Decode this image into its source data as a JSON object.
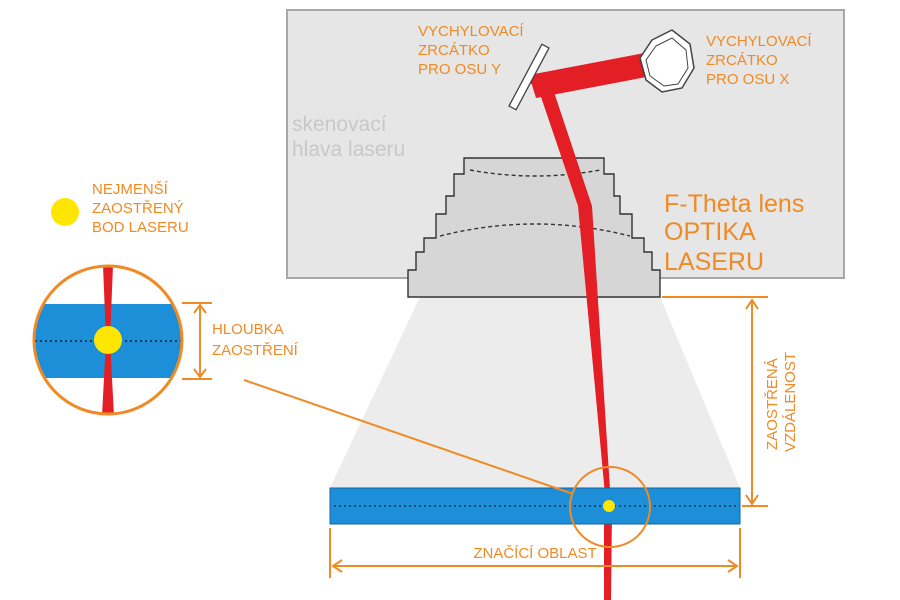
{
  "labels": {
    "mirror_y": [
      "VYCHYLOVACÍ",
      "ZRCÁTKO",
      "PRO OSU Y"
    ],
    "mirror_x": [
      "VYCHYLOVACÍ",
      "ZRCÁTKO",
      "PRO OSU X"
    ],
    "scan_head": [
      "skenovací",
      "hlava laseru"
    ],
    "lens": [
      "F-Theta lens",
      "OPTIKA",
      "LASERU"
    ],
    "smallest_spot": [
      "NEJMENŠÍ",
      "ZAOSTŘENÝ",
      "BOD LASERU"
    ],
    "depth_of_focus": [
      "HLOUBKA",
      "ZAOSTŘENÍ"
    ],
    "focal_distance": [
      "ZAOSTŘENÁ",
      "VZDÁLENOST"
    ],
    "marking_area": "ZNAČÍCÍ OBLAST"
  },
  "colors": {
    "orange": "#f08a24",
    "beam_red": "#e31e24",
    "work_blue": "#1d8fd8",
    "focus_yellow": "#ffe600",
    "head_grey": "#e6e6e6",
    "lens_grey": "#d4d4d4",
    "cone_grey": "#ebebeb",
    "label_grey": "#c8c8c8"
  }
}
